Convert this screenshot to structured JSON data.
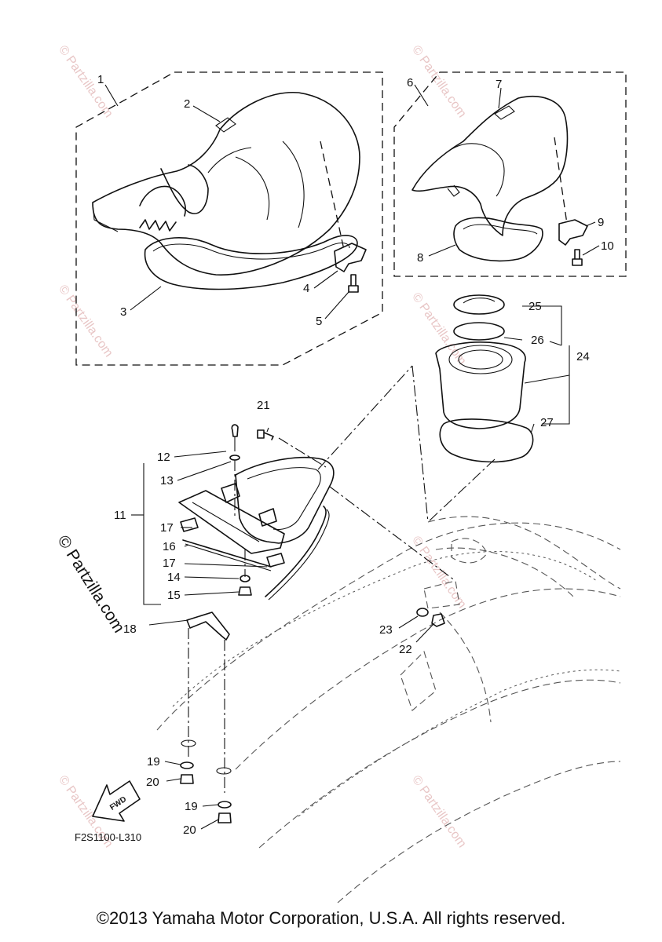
{
  "callouts": {
    "c1": "1",
    "c2": "2",
    "c3": "3",
    "c4": "4",
    "c5": "5",
    "c6": "6",
    "c7": "7",
    "c8": "8",
    "c9": "9",
    "c10": "10",
    "c11": "11",
    "c12": "12",
    "c13": "13",
    "c14": "14",
    "c15": "15",
    "c16": "16",
    "c17a": "17",
    "c17b": "17",
    "c18": "18",
    "c19a": "19",
    "c19b": "19",
    "c20a": "20",
    "c20b": "20",
    "c21": "21",
    "c22": "22",
    "c23": "23",
    "c24": "24",
    "c25": "25",
    "c26": "26",
    "c27": "27"
  },
  "fwd_label": "FWD",
  "diagram_code": "F2S1100-L310",
  "watermark": "© Partzilla.com",
  "copyright": "©2013 Yamaha Motor Corporation, U.S.A. All rights reserved."
}
